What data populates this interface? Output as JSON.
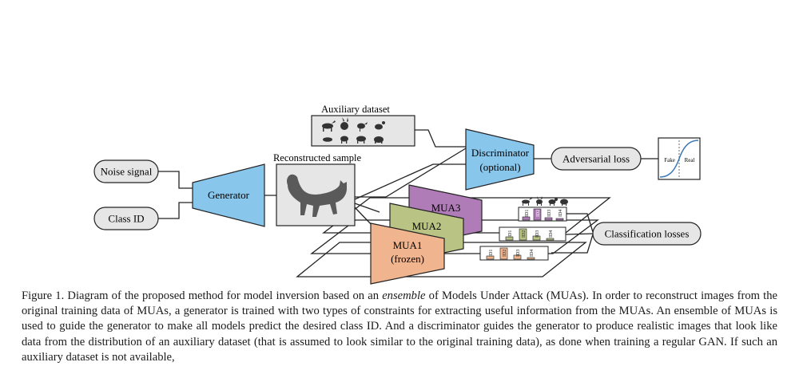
{
  "diagram": {
    "inputs": {
      "noise": "Noise signal",
      "class_id": "Class ID"
    },
    "generator": "Generator",
    "aux_dataset": "Auxiliary dataset",
    "reconstructed": "Reconstructed sample",
    "discriminator": {
      "line1": "Discriminator",
      "line2": "(optional)"
    },
    "adversarial_loss": "Adversarial loss",
    "classification_losses": "Classification losses",
    "fake_real": {
      "fake": "Fake",
      "real": "Real"
    },
    "muas": [
      {
        "label": "MUA3",
        "color": "#b07cb7"
      },
      {
        "label": "MUA2",
        "color": "#b9c384"
      },
      {
        "label": "MUA1",
        "sublabel": "(frozen)",
        "color": "#f0b58e"
      }
    ],
    "id_labels": [
      "ID1",
      "ID2",
      "ID3",
      "ID4"
    ],
    "colors": {
      "generator": "#88c6ec",
      "discriminator": "#88c6ec",
      "boxes": "#e6e6e6"
    }
  },
  "caption": {
    "prefix": "Figure 1. Diagram of the proposed method for model inversion based on an ",
    "emph": "ensemble",
    "suffix": " of Models Under Attack (MUAs).  In order to reconstruct images from the original training data of MUAs, a generator is trained with two types of constraints for extracting useful information from the MUAs.  An ensemble of MUAs is used to guide the generator to make all models predict the desired class ID. And a discriminator guides the generator to produce realistic images that look like data from the distribution of an auxiliary dataset (that is assumed to look similar to the original training data), as done when training a regular GAN. If such an auxiliary dataset is not available,"
  }
}
